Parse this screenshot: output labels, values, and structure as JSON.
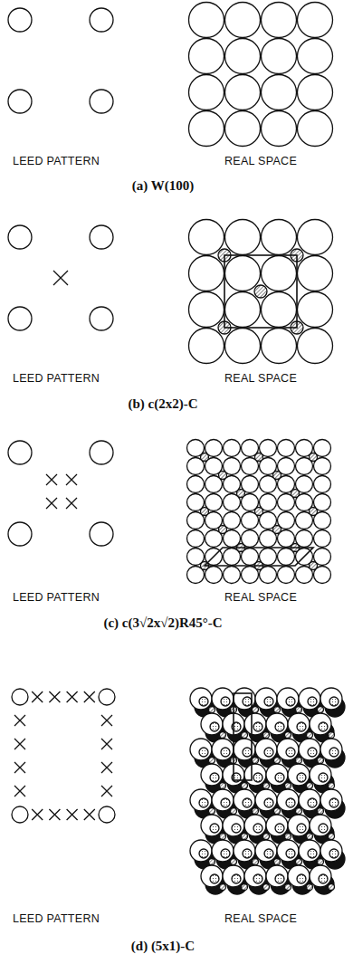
{
  "diagram": {
    "labels": [
      "LEED PATTERN",
      "REAL SPACE",
      "(a) W(100)",
      "LEED PATTERN",
      "REAL SPACE",
      "(b) c(2x2)-C",
      "LEED PATTERN",
      "REAL SPACE",
      "(c) c(3√2x√2)R45°-C",
      "LEED PATTERN",
      "REAL SPACE",
      "(d) (5x1)-C"
    ]
  }
}
